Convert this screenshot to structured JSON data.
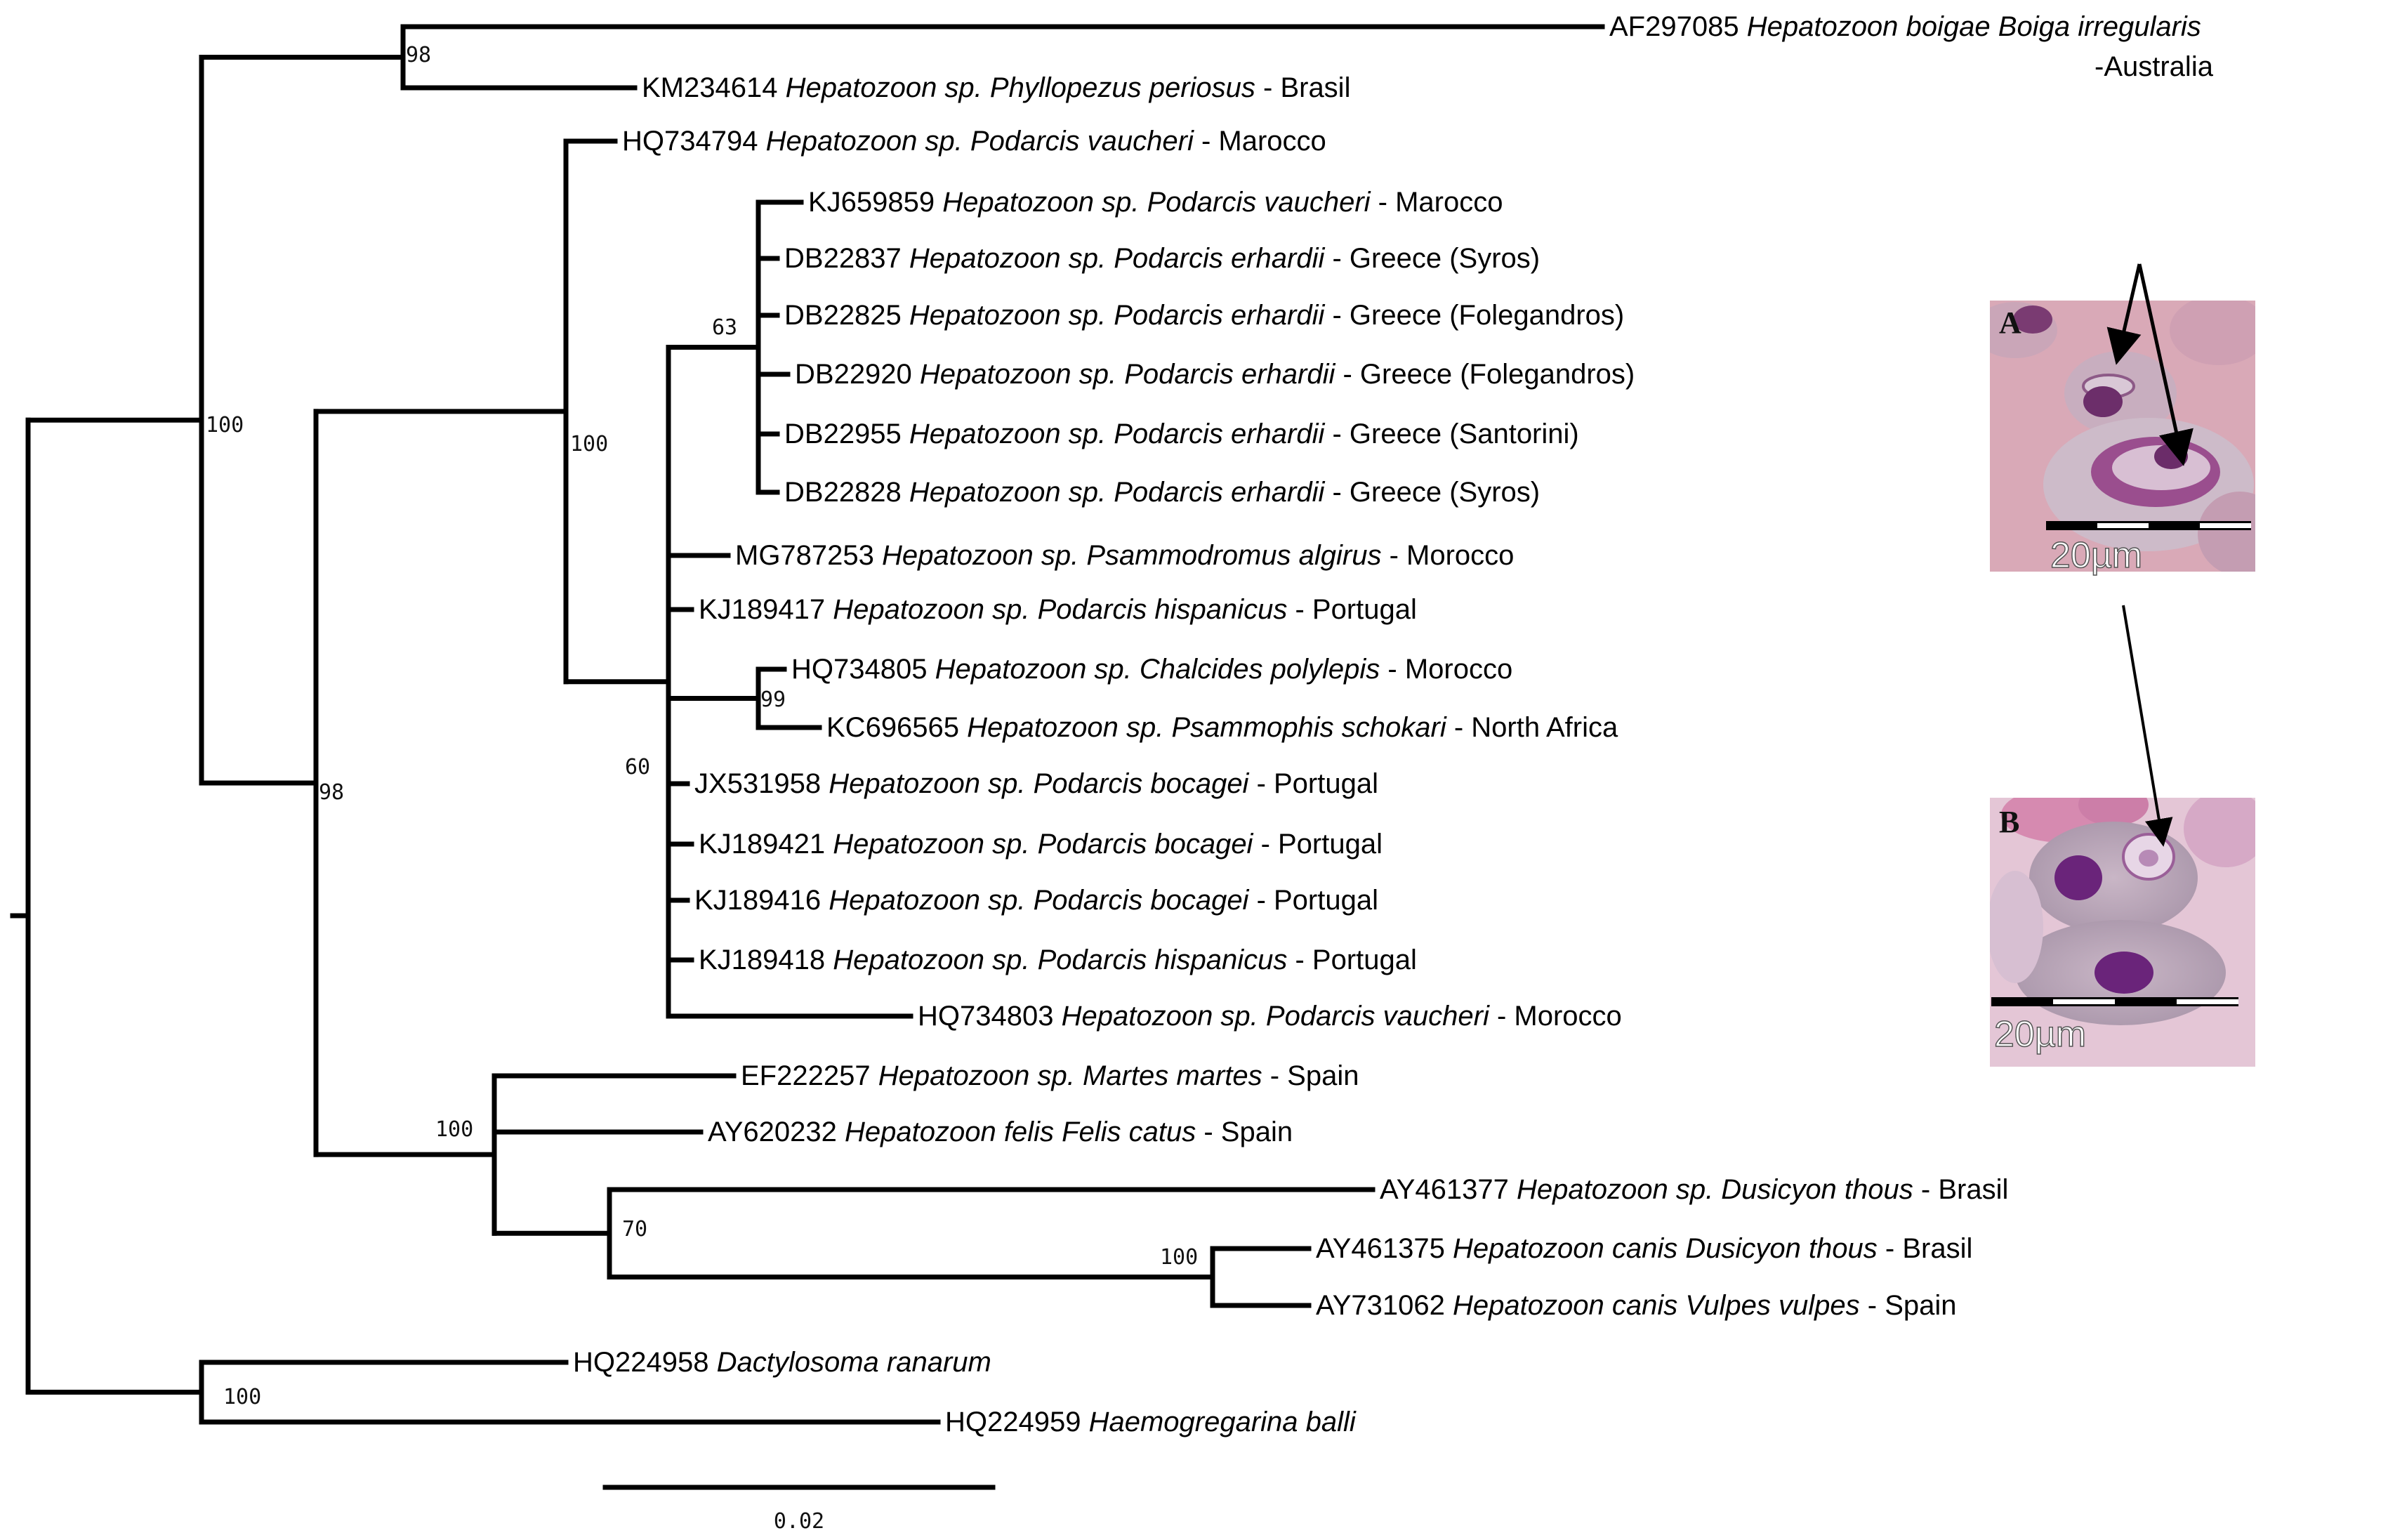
{
  "tree": {
    "name": "root",
    "children": [
      {
        "name": "n100a",
        "support": "100",
        "children": [
          {
            "name": "n98a",
            "support": "98",
            "children": [
              {
                "acc": "AF297085",
                "species": "Hepatozoon boigae Boiga irregularis",
                "loc": "",
                "loc2": "-Australia"
              },
              {
                "acc": "KM234614",
                "species": "Hepatozoon sp. Phyllopezus periosus",
                "loc": "Brasil"
              }
            ]
          },
          {
            "name": "n98b",
            "support": "98",
            "children": [
              {
                "name": "n100b",
                "support": "100",
                "children": [
                  {
                    "acc": "HQ734794",
                    "species": "Hepatozoon sp. Podarcis vaucheri",
                    "loc": "Marocco"
                  },
                  {
                    "name": "n60",
                    "support": "60",
                    "children": [
                      {
                        "name": "n63",
                        "support": "63",
                        "children": [
                          {
                            "acc": "KJ659859",
                            "species": "Hepatozoon sp. Podarcis vaucheri",
                            "loc": "Marocco"
                          },
                          {
                            "acc": "DB22837",
                            "species": "Hepatozoon sp. Podarcis erhardii",
                            "loc": "Greece (Syros)"
                          },
                          {
                            "acc": "DB22825",
                            "species": "Hepatozoon sp. Podarcis erhardii",
                            "loc": "Greece (Folegandros)"
                          },
                          {
                            "acc": "DB22920",
                            "species": "Hepatozoon sp. Podarcis erhardii",
                            "loc": "Greece (Folegandros)"
                          },
                          {
                            "acc": "DB22955",
                            "species": "Hepatozoon sp. Podarcis erhardii",
                            "loc": "Greece (Santorini)"
                          },
                          {
                            "acc": "DB22828",
                            "species": "Hepatozoon sp. Podarcis erhardii",
                            "loc": "Greece (Syros)"
                          }
                        ]
                      },
                      {
                        "acc": "MG787253",
                        "species": "Hepatozoon sp. Psammodromus algirus",
                        "loc": "Morocco"
                      },
                      {
                        "acc": "KJ189417",
                        "species": "Hepatozoon sp. Podarcis hispanicus",
                        "loc": "Portugal"
                      },
                      {
                        "name": "n99",
                        "support": "99",
                        "children": [
                          {
                            "acc": "HQ734805",
                            "species": "Hepatozoon sp. Chalcides polylepis",
                            "loc": "Morocco"
                          },
                          {
                            "acc": "KC696565",
                            "species": "Hepatozoon sp. Psammophis schokari",
                            "loc": "North Africa"
                          }
                        ]
                      },
                      {
                        "acc": "JX531958",
                        "species": "Hepatozoon sp. Podarcis bocagei",
                        "loc": "Portugal"
                      },
                      {
                        "acc": "KJ189421",
                        "species": "Hepatozoon sp. Podarcis bocagei",
                        "loc": "Portugal"
                      },
                      {
                        "acc": "KJ189416",
                        "species": "Hepatozoon sp. Podarcis bocagei",
                        "loc": "Portugal"
                      },
                      {
                        "acc": "KJ189418",
                        "species": "Hepatozoon sp. Podarcis hispanicus",
                        "loc": "Portugal"
                      },
                      {
                        "acc": "HQ734803",
                        "species": "Hepatozoon sp. Podarcis vaucheri",
                        "loc": "Morocco"
                      }
                    ]
                  }
                ]
              },
              {
                "name": "n100c",
                "support": "100",
                "children": [
                  {
                    "acc": "EF222257",
                    "species": "Hepatozoon sp. Martes martes",
                    "loc": "Spain"
                  },
                  {
                    "acc": "AY620232",
                    "species": "Hepatozoon felis Felis catus",
                    "loc": "Spain"
                  },
                  {
                    "name": "n70",
                    "support": "70",
                    "children": [
                      {
                        "acc": "AY461377",
                        "species": "Hepatozoon sp. Dusicyon thous",
                        "loc": "Brasil"
                      },
                      {
                        "name": "n100d",
                        "support": "100",
                        "children": [
                          {
                            "acc": "AY461375",
                            "species": "Hepatozoon canis Dusicyon thous",
                            "loc": "Brasil"
                          },
                          {
                            "acc": "AY731062",
                            "species": "Hepatozoon canis Vulpes vulpes",
                            "loc": "Spain"
                          }
                        ]
                      }
                    ]
                  }
                ]
              }
            ]
          }
        ]
      },
      {
        "name": "n100e",
        "support": "100",
        "children": [
          {
            "acc": "HQ224958",
            "species": "Dactylosoma ranarum",
            "loc": ""
          },
          {
            "acc": "HQ224959",
            "species": "Haemogregarina balli",
            "loc": ""
          }
        ]
      }
    ]
  },
  "scale_bar": {
    "label": "0.02"
  },
  "panels": [
    {
      "letter": "A",
      "scale_label": "20µm"
    },
    {
      "letter": "B",
      "scale_label": "20µm"
    }
  ]
}
